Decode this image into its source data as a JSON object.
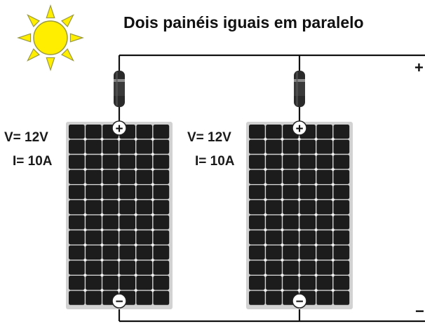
{
  "title": "Dois painéis iguais em paralelo",
  "panels": [
    {
      "voltage": "V= 12V",
      "current": "I= 10A",
      "positive": "+",
      "negative": "−"
    },
    {
      "voltage": "V= 12V",
      "current": "I= 10A",
      "positive": "+",
      "negative": "−"
    }
  ],
  "output_terminals": {
    "positive": "+",
    "negative": "−"
  },
  "colors": {
    "sun_body": "#ffee00",
    "sun_rays": "#ffee00",
    "sun_outline": "#9a9a40",
    "wire": "#111111",
    "panel_frame": "#d2d2d2",
    "panel_cell": "#1c1c1c",
    "cell_gap_dot": "#ffffff",
    "diode_body": "#2a2a2a",
    "terminal_fill": "#ffffff"
  },
  "icons": [
    "sun-icon",
    "diode-icon",
    "plus-icon",
    "minus-icon"
  ]
}
